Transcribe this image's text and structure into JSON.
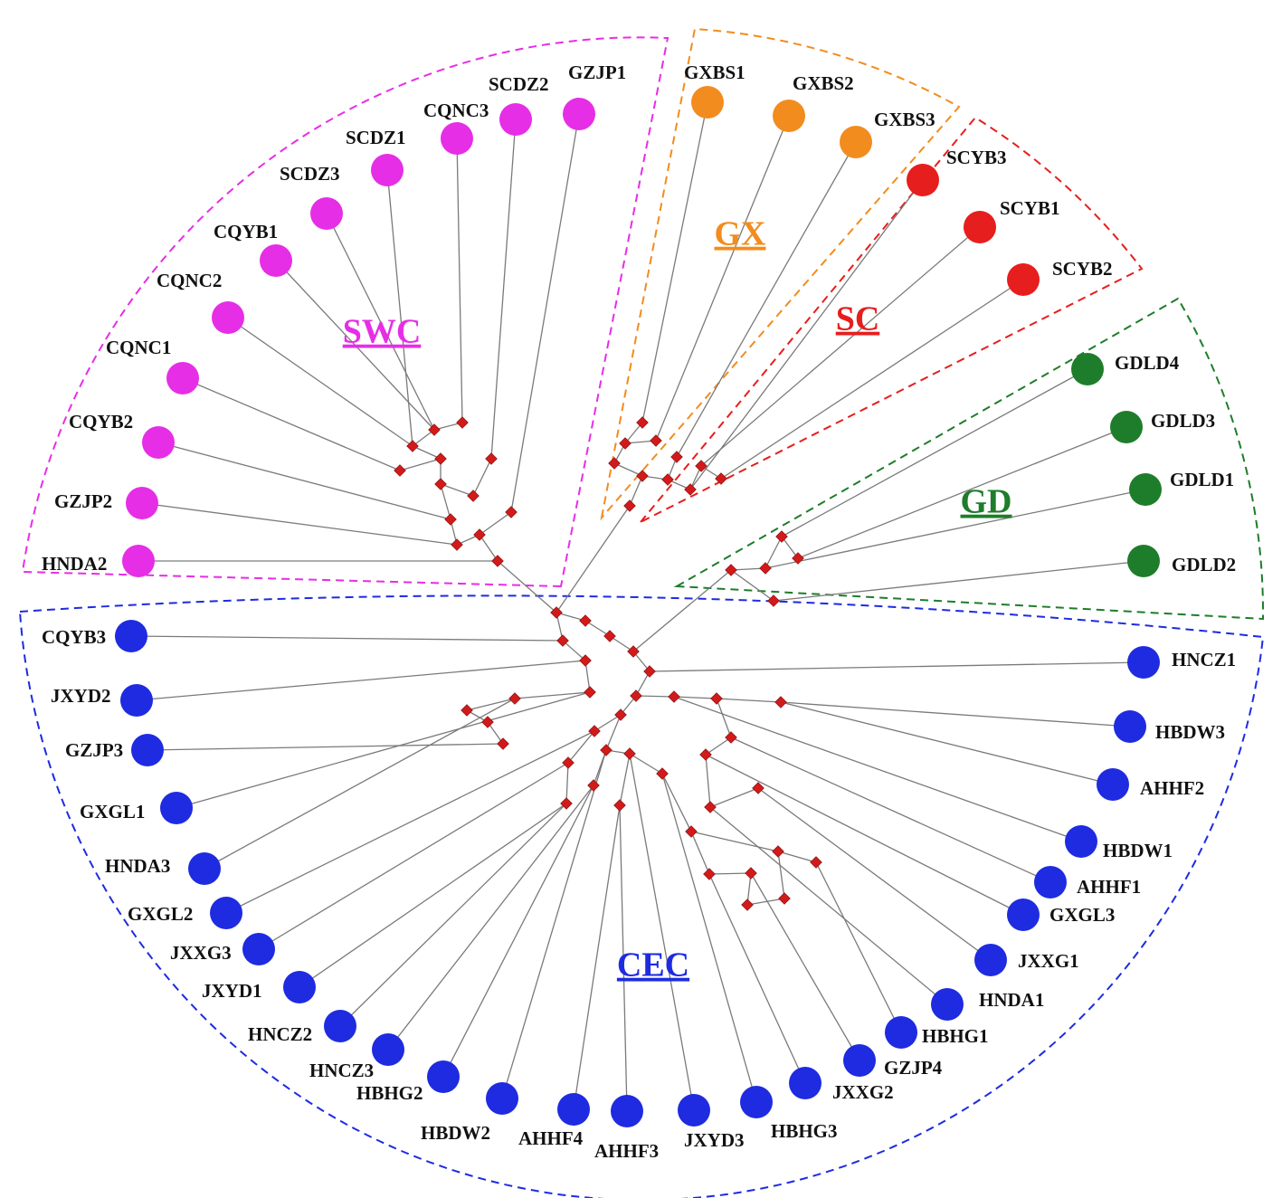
{
  "groups": [
    {
      "id": "swc",
      "label": "SWC",
      "color": "#e62ee6"
    },
    {
      "id": "gx",
      "label": "GX",
      "color": "#f28c1e"
    },
    {
      "id": "sc",
      "label": "SC",
      "color": "#e61e1e"
    },
    {
      "id": "gd",
      "label": "GD",
      "color": "#1e7d2a"
    },
    {
      "id": "cec",
      "label": "CEC",
      "color": "#1e2be0"
    }
  ],
  "leaves": [
    {
      "label": "GZJP1",
      "group": "swc"
    },
    {
      "label": "SCDZ2",
      "group": "swc"
    },
    {
      "label": "CQNC3",
      "group": "swc"
    },
    {
      "label": "SCDZ1",
      "group": "swc"
    },
    {
      "label": "SCDZ3",
      "group": "swc"
    },
    {
      "label": "CQYB1",
      "group": "swc"
    },
    {
      "label": "CQNC2",
      "group": "swc"
    },
    {
      "label": "CQNC1",
      "group": "swc"
    },
    {
      "label": "CQYB2",
      "group": "swc"
    },
    {
      "label": "GZJP2",
      "group": "swc"
    },
    {
      "label": "HNDA2",
      "group": "swc"
    },
    {
      "label": "GXBS1",
      "group": "gx"
    },
    {
      "label": "GXBS2",
      "group": "gx"
    },
    {
      "label": "GXBS3",
      "group": "gx"
    },
    {
      "label": "SCYB3",
      "group": "sc"
    },
    {
      "label": "SCYB1",
      "group": "sc"
    },
    {
      "label": "SCYB2",
      "group": "sc"
    },
    {
      "label": "GDLD4",
      "group": "gd"
    },
    {
      "label": "GDLD3",
      "group": "gd"
    },
    {
      "label": "GDLD1",
      "group": "gd"
    },
    {
      "label": "GDLD2",
      "group": "gd"
    },
    {
      "label": "CQYB3",
      "group": "cec"
    },
    {
      "label": "JXYD2",
      "group": "cec"
    },
    {
      "label": "GZJP3",
      "group": "cec"
    },
    {
      "label": "GXGL1",
      "group": "cec"
    },
    {
      "label": "HNDA3",
      "group": "cec"
    },
    {
      "label": "GXGL2",
      "group": "cec"
    },
    {
      "label": "JXXG3",
      "group": "cec"
    },
    {
      "label": "JXYD1",
      "group": "cec"
    },
    {
      "label": "HNCZ2",
      "group": "cec"
    },
    {
      "label": "HNCZ3",
      "group": "cec"
    },
    {
      "label": "HBHG2",
      "group": "cec"
    },
    {
      "label": "HBDW2",
      "group": "cec"
    },
    {
      "label": "AHHF4",
      "group": "cec"
    },
    {
      "label": "AHHF3",
      "group": "cec"
    },
    {
      "label": "JXYD3",
      "group": "cec"
    },
    {
      "label": "HBHG3",
      "group": "cec"
    },
    {
      "label": "JXXG2",
      "group": "cec"
    },
    {
      "label": "GZJP4",
      "group": "cec"
    },
    {
      "label": "HBHG1",
      "group": "cec"
    },
    {
      "label": "HNDA1",
      "group": "cec"
    },
    {
      "label": "JXXG1",
      "group": "cec"
    },
    {
      "label": "GXGL3",
      "group": "cec"
    },
    {
      "label": "AHHF1",
      "group": "cec"
    },
    {
      "label": "HBDW1",
      "group": "cec"
    },
    {
      "label": "AHHF2",
      "group": "cec"
    },
    {
      "label": "HBDW3",
      "group": "cec"
    },
    {
      "label": "HNCZ1",
      "group": "cec"
    }
  ]
}
